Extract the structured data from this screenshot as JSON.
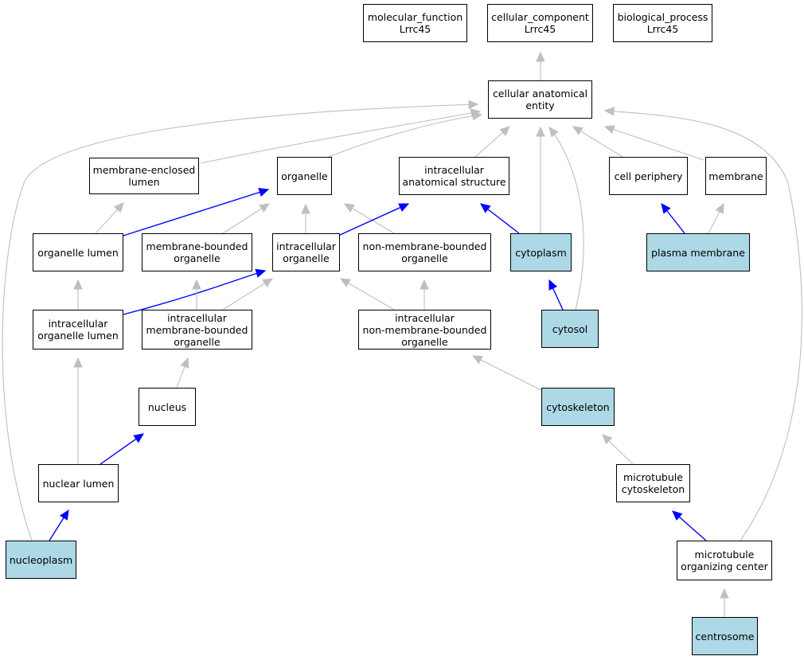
{
  "colors": {
    "highlight": "#add8e6",
    "edge_gray": "#bfbfbf",
    "edge_blue": "#0000ff"
  },
  "nodes": [
    {
      "id": "mf",
      "label": "molecular_function\nLrrc45",
      "highlight": false
    },
    {
      "id": "cc",
      "label": "cellular_component\nLrrc45",
      "highlight": false
    },
    {
      "id": "bp",
      "label": "biological_process\nLrrc45",
      "highlight": false
    },
    {
      "id": "cae",
      "label": "cellular anatomical\nentity",
      "highlight": false
    },
    {
      "id": "mel",
      "label": "membrane-enclosed\nlumen",
      "highlight": false
    },
    {
      "id": "org",
      "label": "organelle",
      "highlight": false
    },
    {
      "id": "ias",
      "label": "intracellular\nanatomical structure",
      "highlight": false
    },
    {
      "id": "cp",
      "label": "cell periphery",
      "highlight": false
    },
    {
      "id": "mem",
      "label": "membrane",
      "highlight": false
    },
    {
      "id": "ol",
      "label": "organelle lumen",
      "highlight": false
    },
    {
      "id": "mbo",
      "label": "membrane-bounded\norganelle",
      "highlight": false
    },
    {
      "id": "io",
      "label": "intracellular\norganelle",
      "highlight": false
    },
    {
      "id": "nmbo",
      "label": "non-membrane-bounded\norganelle",
      "highlight": false
    },
    {
      "id": "cyto",
      "label": "cytoplasm",
      "highlight": true
    },
    {
      "id": "pm",
      "label": "plasma membrane",
      "highlight": true
    },
    {
      "id": "iol",
      "label": "intracellular\norganelle lumen",
      "highlight": false
    },
    {
      "id": "imbo",
      "label": "intracellular\nmembrane-bounded\norganelle",
      "highlight": false
    },
    {
      "id": "inmbo",
      "label": "intracellular\nnon-membrane-bounded\norganelle",
      "highlight": false
    },
    {
      "id": "cytosol",
      "label": "cytosol",
      "highlight": true
    },
    {
      "id": "nuc",
      "label": "nucleus",
      "highlight": false
    },
    {
      "id": "csk",
      "label": "cytoskeleton",
      "highlight": true
    },
    {
      "id": "nl",
      "label": "nuclear lumen",
      "highlight": false
    },
    {
      "id": "mtc",
      "label": "microtubule\ncytoskeleton",
      "highlight": false
    },
    {
      "id": "np",
      "label": "nucleoplasm",
      "highlight": true
    },
    {
      "id": "mtoc",
      "label": "microtubule\norganizing center",
      "highlight": false
    },
    {
      "id": "cs",
      "label": "centrosome",
      "highlight": true
    }
  ],
  "edges": [
    {
      "from": "cae",
      "to": "cc",
      "color": "gray"
    },
    {
      "from": "mel",
      "to": "cae",
      "color": "gray"
    },
    {
      "from": "org",
      "to": "cae",
      "color": "gray"
    },
    {
      "from": "ias",
      "to": "cae",
      "color": "gray"
    },
    {
      "from": "cp",
      "to": "cae",
      "color": "gray"
    },
    {
      "from": "mem",
      "to": "cae",
      "color": "gray"
    },
    {
      "from": "cyto",
      "to": "cae",
      "color": "gray"
    },
    {
      "from": "cytosol",
      "to": "cae",
      "color": "gray"
    },
    {
      "from": "np",
      "to": "cae",
      "color": "gray"
    },
    {
      "from": "mtoc",
      "to": "cae",
      "color": "gray"
    },
    {
      "from": "ol",
      "to": "mel",
      "color": "gray"
    },
    {
      "from": "ol",
      "to": "org",
      "color": "blue"
    },
    {
      "from": "mbo",
      "to": "org",
      "color": "gray"
    },
    {
      "from": "io",
      "to": "org",
      "color": "gray"
    },
    {
      "from": "nmbo",
      "to": "org",
      "color": "gray"
    },
    {
      "from": "io",
      "to": "ias",
      "color": "blue"
    },
    {
      "from": "cyto",
      "to": "ias",
      "color": "blue"
    },
    {
      "from": "pm",
      "to": "cp",
      "color": "blue"
    },
    {
      "from": "pm",
      "to": "mem",
      "color": "gray"
    },
    {
      "from": "iol",
      "to": "ol",
      "color": "gray"
    },
    {
      "from": "iol",
      "to": "io",
      "color": "blue"
    },
    {
      "from": "imbo",
      "to": "mbo",
      "color": "gray"
    },
    {
      "from": "imbo",
      "to": "io",
      "color": "gray"
    },
    {
      "from": "inmbo",
      "to": "io",
      "color": "gray"
    },
    {
      "from": "inmbo",
      "to": "nmbo",
      "color": "gray"
    },
    {
      "from": "cytosol",
      "to": "cyto",
      "color": "blue"
    },
    {
      "from": "nuc",
      "to": "imbo",
      "color": "gray"
    },
    {
      "from": "csk",
      "to": "inmbo",
      "color": "gray"
    },
    {
      "from": "nl",
      "to": "iol",
      "color": "gray"
    },
    {
      "from": "nl",
      "to": "nuc",
      "color": "blue"
    },
    {
      "from": "mtc",
      "to": "csk",
      "color": "gray"
    },
    {
      "from": "np",
      "to": "nl",
      "color": "blue"
    },
    {
      "from": "mtoc",
      "to": "mtc",
      "color": "blue"
    },
    {
      "from": "cs",
      "to": "mtoc",
      "color": "gray"
    }
  ]
}
